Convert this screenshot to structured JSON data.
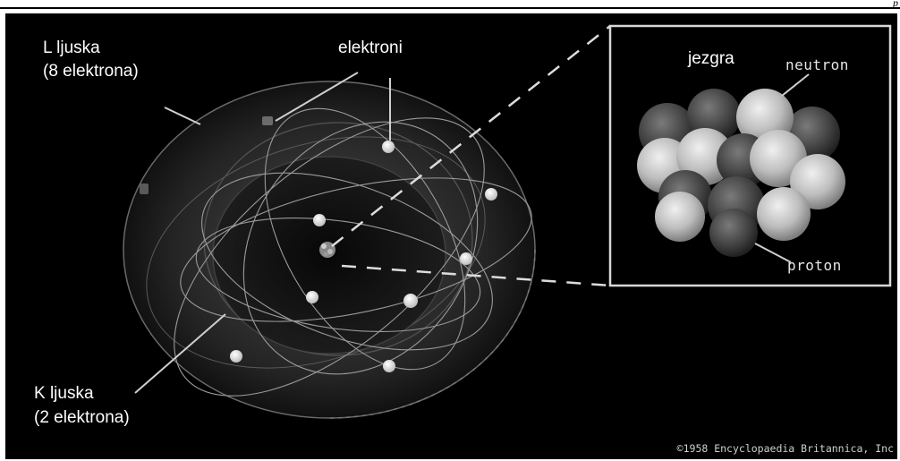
{
  "page": {
    "mark": "p"
  },
  "labels": {
    "l_shell_line1": "L ljuska",
    "l_shell_line2": "(8 elektrona)",
    "electrons": "elektroni",
    "nucleus": "jezgra",
    "neutron": "neutron",
    "proton": "proton",
    "k_shell_line1": "K ljuska",
    "k_shell_line2": "(2 elektrona)"
  },
  "credit": "©1958 Encyclopaedia Britannica, Inc",
  "colors": {
    "background": "#000000",
    "label_text": "#ffffff",
    "proton_sphere": "#4a4a4a",
    "neutron_sphere": "#c8c8c8",
    "electron": "#ffffff"
  },
  "counts": {
    "l_shell_electrons": 8,
    "k_shell_electrons": 2
  }
}
